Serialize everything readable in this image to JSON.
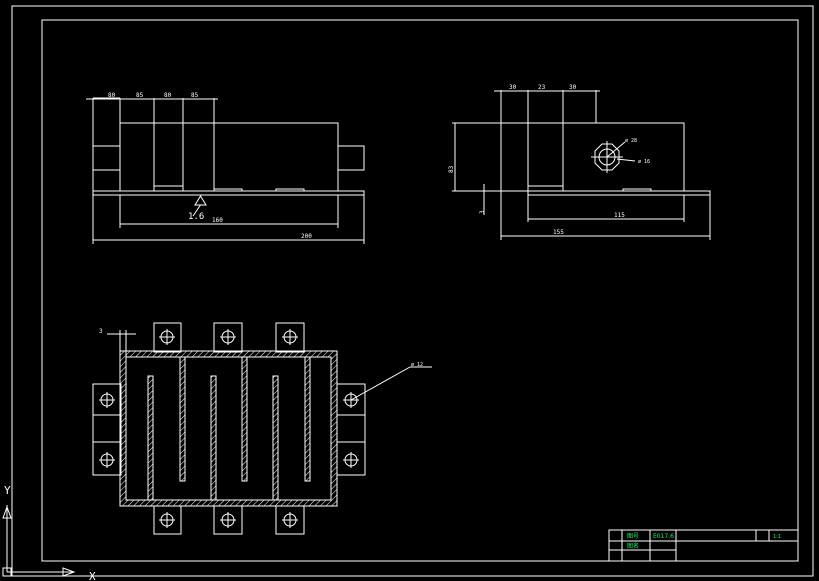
{
  "drawing": {
    "front_view": {
      "top_dims": [
        "80",
        "85",
        "80",
        "85"
      ],
      "roughness": "1.6",
      "dim_inner": "160",
      "dim_overall": "200"
    },
    "side_view": {
      "top_dims": [
        "30",
        "23",
        "30"
      ],
      "height": "83",
      "base_step": "3",
      "hole_outer": "ø 28",
      "hole_inner": "ø 16",
      "dim_inner": "115",
      "dim_overall": "155"
    },
    "top_view": {
      "wall": "3",
      "hole": "ø 12"
    }
  },
  "title_block": {
    "label_1": "图号",
    "code": "E017.6",
    "label_2": "图名",
    "scale": "1:1"
  },
  "ucs": {
    "x_label": "X",
    "y_label": "Y"
  },
  "colors": {
    "line": "#ffffff",
    "title_text": "#00ff66",
    "background": "#000000"
  }
}
